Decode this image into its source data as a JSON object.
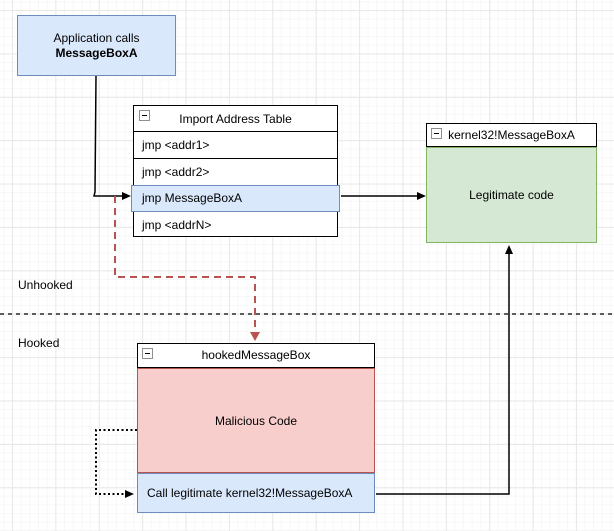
{
  "diagram": {
    "app_box": {
      "line1": "Application calls",
      "line2": "MessageBoxA"
    },
    "iat": {
      "title": "Import Address Table",
      "rows": [
        "jmp <addr1>",
        "jmp <addr2>",
        "jmp MessageBoxA",
        "jmp <addrN>"
      ],
      "highlighted_row": "jmp MessageBoxA"
    },
    "kernel32": {
      "title": "kernel32!MessageBoxA",
      "body": "Legitimate code"
    },
    "hooked_box": {
      "title": "hookedMessageBox",
      "body": "Malicious Code",
      "footer": "Call legitimate kernel32!MessageBoxA"
    },
    "zone_labels": {
      "unhooked": "Unhooked",
      "hooked": "Hooked"
    },
    "colors": {
      "blue_fill": "#dae8fc",
      "blue_stroke": "#6c8ebf",
      "green_fill": "#d5e8d4",
      "green_stroke": "#82b366",
      "red_fill": "#f8cecc",
      "red_stroke": "#b85450",
      "hook_arrow": "#b85450",
      "arrow": "#000000"
    }
  }
}
